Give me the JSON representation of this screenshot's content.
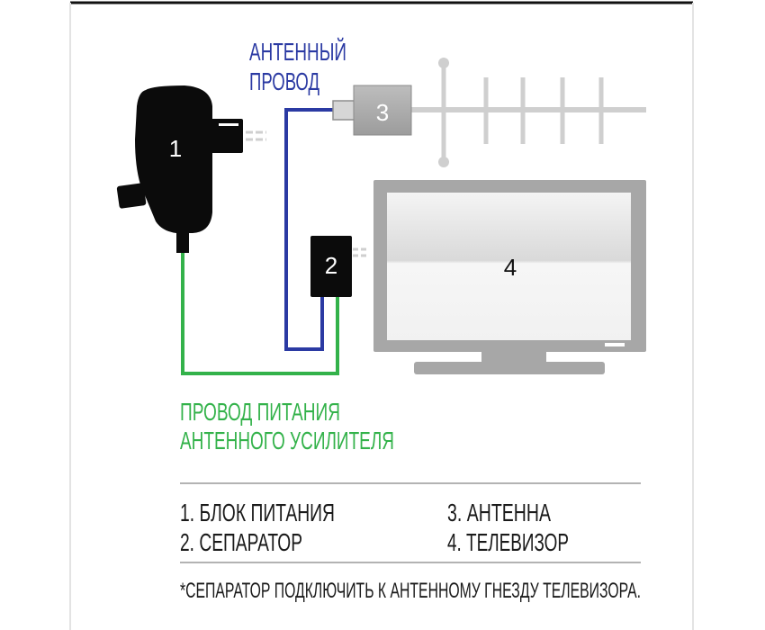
{
  "labels": {
    "antenna_wire_line1": "АНТЕННЫЙ",
    "antenna_wire_line2": "ПРОВОД",
    "power_wire_line1": "ПРОВОД ПИТАНИЯ",
    "power_wire_line2": "АНТЕННОГО УСИЛИТЕЛЯ"
  },
  "components": {
    "power_supply": "1",
    "separator": "2",
    "antenna": "3",
    "tv": "4"
  },
  "legend": [
    "1. БЛОК ПИТАНИЯ",
    "2. СЕПАРАТОР",
    "3. АНТЕННА",
    "4. ТЕЛЕВИЗОР"
  ],
  "footnote": "*СЕПАРАТОР ПОДКЛЮЧИТЬ К АНТЕННОМУ ГНЕЗДУ ТЕЛЕВИЗОРА.",
  "colors": {
    "antenna_wire": "#2b3aa3",
    "power_wire": "#33b24a",
    "device": "#0b0b0b",
    "antenna": "#c9c9c9",
    "tv_frame": "#a7a7a7",
    "text": "#1a1a1a"
  }
}
